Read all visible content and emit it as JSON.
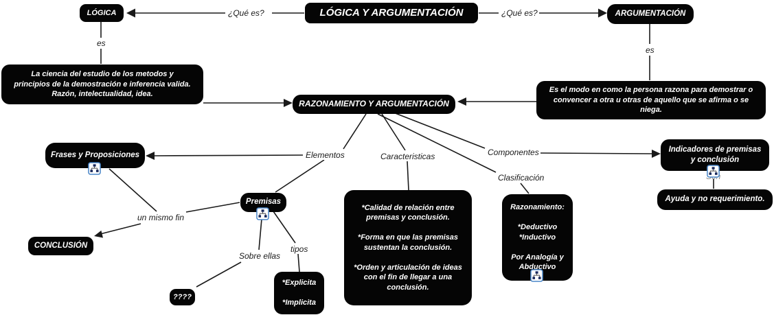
{
  "diagram_title": "LÓGICA Y ARGUMENTACIÓN",
  "colors": {
    "node_bg": "#050505",
    "node_text": "#ffffff",
    "line": "#1a1a1a",
    "icon_border": "#4a86c8",
    "icon_glyph": "#17275c"
  },
  "nodes": {
    "main": {
      "label": "LÓGICA Y ARGUMENTACIÓN"
    },
    "logica": {
      "label": "LÓGICA"
    },
    "argumentacion": {
      "label": "ARGUMENTACIÓN"
    },
    "logica_def": {
      "label": "La ciencia del estudio de los metodos y\nprincipios de la demostración e inferencia valida.\nRazón, intelectualidad, idea."
    },
    "argumentacion_def": {
      "label": "Es el modo en como la persona razona para demostrar o\nconvencer a otra u otras de aquello que se afirma o se\nniega."
    },
    "razonamiento": {
      "label": "RAZONAMIENTO Y ARGUMENTACIÓN"
    },
    "frases": {
      "label": "Frases y Proposiciones"
    },
    "premisas": {
      "label": "Premisas"
    },
    "conclusion": {
      "label": "CONCLUSIÓN"
    },
    "preguntas": {
      "label": "????"
    },
    "tipos_lista": {
      "label": "*Explicita\n\n*Implicita"
    },
    "caracteristicas_lista": {
      "label": "*Calidad de relación entre\npremisas y conclusión.\n\n*Forma en que las premisas\nsustentan la conclusión.\n\n*Orden y articulación de ideas\ncon el fin de llegar a una\nconclusión."
    },
    "clasificacion_lista": {
      "label": "Razonamiento:\n\n*Deductivo\n*Inductivo\n\nPor Analogía y\nAbductivo"
    },
    "indicadores": {
      "label": "Indicadores de premisas\ny conclusión"
    },
    "ayuda": {
      "label": "Ayuda y no requerimiento."
    }
  },
  "link_labels": {
    "que_es_izq": "¿Qué es?",
    "que_es_der": "¿Qué es?",
    "es_izq": "es",
    "es_der": "es",
    "elementos": "Elementos",
    "caracteristicas": "Caracteristicas",
    "componentes": "Componentes",
    "clasificacion": "Clasificación",
    "un_mismo_fin": "un mismo fin",
    "sobre_ellas": "Sobre ellas",
    "tipos": "tipos",
    "son": "Son"
  }
}
